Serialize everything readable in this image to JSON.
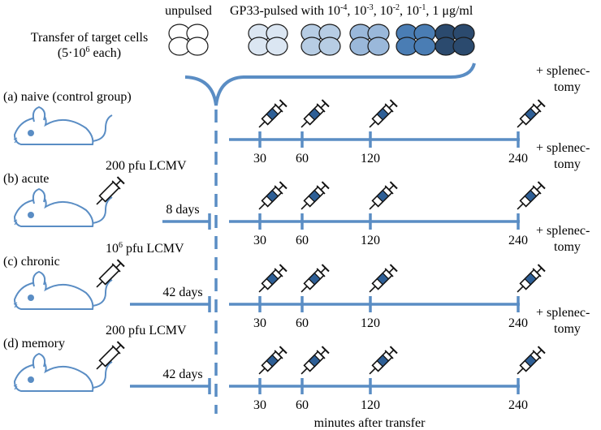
{
  "header": {
    "transfer_line1": "Transfer of target cells",
    "transfer_line2_pre": "(5·10",
    "transfer_line2_exp": "6",
    "transfer_line2_post": " each)",
    "unpulsed_label": "unpulsed",
    "pulsed_prefix": "GP33-pulsed with 10",
    "dose_exponents": [
      "-4",
      "-3",
      "-2",
      "-1"
    ],
    "pulsed_suffix": "1 μg/ml"
  },
  "cell_groups": [
    {
      "name": "unpulsed",
      "color": "#ffffff"
    },
    {
      "name": "1e-4",
      "color": "#dbe6f2"
    },
    {
      "name": "1e-3",
      "color": "#b7cde4"
    },
    {
      "name": "1e-2",
      "color": "#9ab8da"
    },
    {
      "name": "1e-1",
      "color": "#4a7db4"
    },
    {
      "name": "1",
      "color": "#2b4a6e"
    }
  ],
  "colors": {
    "line": "#5a8dc4",
    "mouse": "#5a8dc4",
    "syringe_fill": "#2e5f96",
    "cell_stroke": "#1a1a1a"
  },
  "rows": [
    {
      "label": "(a) naive (control group)",
      "infection": "",
      "infection_exp": "",
      "infection_suffix": "",
      "pre_days": ""
    },
    {
      "label": "(b) acute",
      "infection": "200 pfu LCMV",
      "infection_exp": "",
      "infection_suffix": "",
      "pre_days": "8 days"
    },
    {
      "label": "(c) chronic",
      "infection": "10",
      "infection_exp": "6",
      "infection_suffix": " pfu LCMV",
      "pre_days": "42 days"
    },
    {
      "label": "(d) memory",
      "infection": "200 pfu LCMV",
      "infection_exp": "",
      "infection_suffix": "",
      "pre_days": "42 days"
    }
  ],
  "timepoints": [
    30,
    60,
    120,
    240
  ],
  "splenectomy_line1": "+ splenec-",
  "splenectomy_line2": "tomy",
  "xlabel": "minutes after transfer"
}
